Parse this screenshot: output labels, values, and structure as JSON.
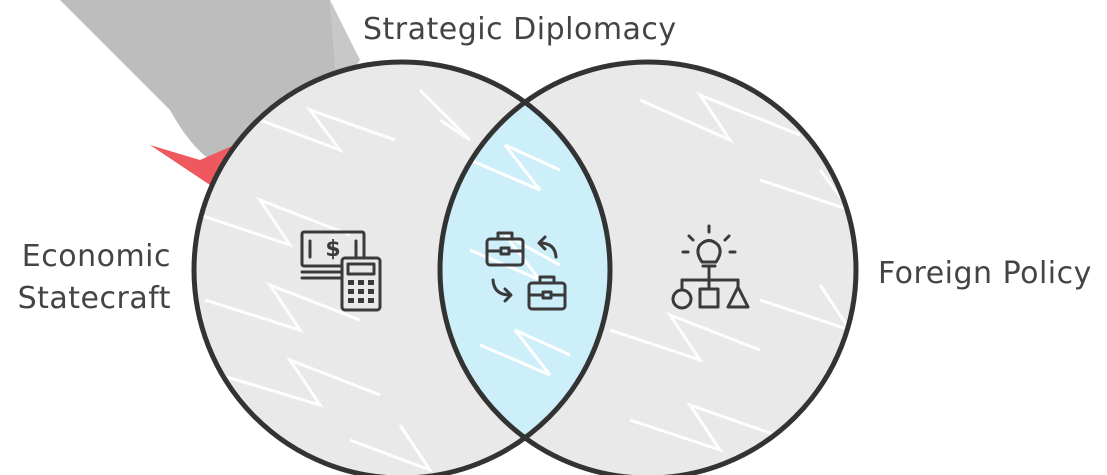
{
  "diagram": {
    "type": "venn",
    "title": "Strategic Diplomacy",
    "left_set": {
      "label_line1": "Economic",
      "label_line2": "Statecraft",
      "icon": "money-calculator-icon"
    },
    "right_set": {
      "label": "Foreign Policy",
      "icon": "idea-hierarchy-icon"
    },
    "intersection": {
      "icon": "briefcase-exchange-icon"
    }
  },
  "colors": {
    "circle_fill": "#e9e9e9",
    "circle_stroke": "#333333",
    "intersection_fill": "#cdeffa",
    "background_stroke": "#bcbcbc",
    "accent_red": "#f0585f",
    "text": "#444444",
    "icon": "#3a3a3a"
  }
}
